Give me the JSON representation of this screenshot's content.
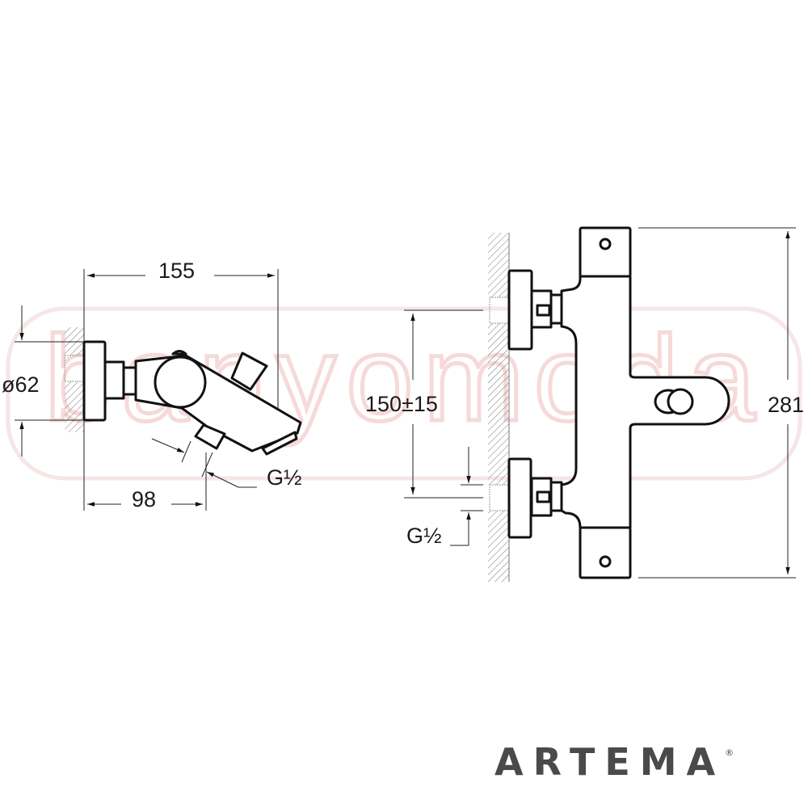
{
  "watermark": "banyomoda",
  "side_view": {
    "width_label": "155",
    "diameter_label": "ø62",
    "depth_label": "98",
    "thread_label": "G½"
  },
  "front_view": {
    "height_label": "281",
    "spacing_label": "150±15",
    "thread_label": "G½"
  },
  "brand": {
    "name": "ARTEMA",
    "mark": "®"
  },
  "colors": {
    "line": "#111111",
    "watermark": "#f6d9d9",
    "logo": "#4a4a4a"
  }
}
